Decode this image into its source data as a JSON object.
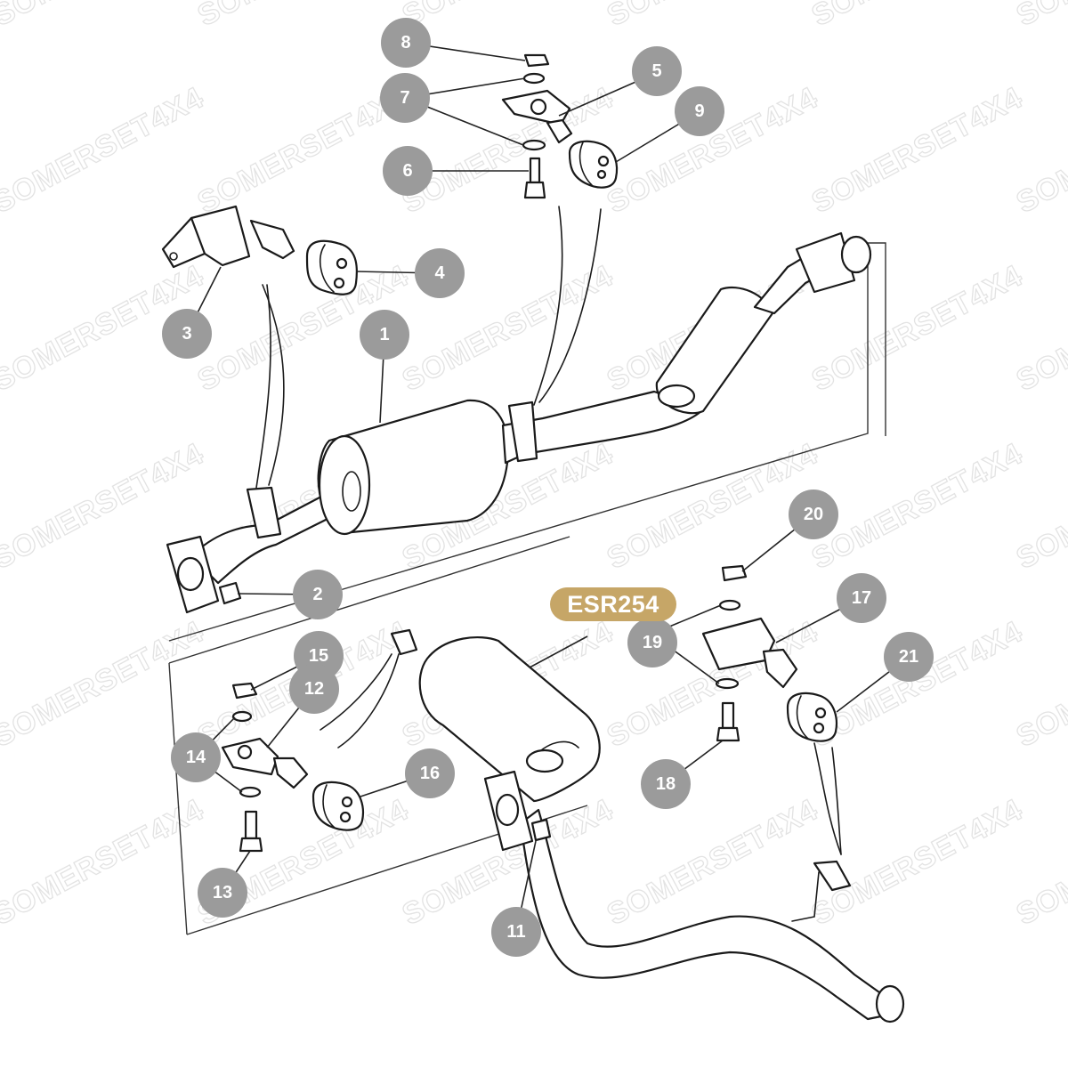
{
  "watermark": "SOMERSET4X4",
  "part_code": "ESR254",
  "callouts": {
    "c1": "1",
    "c2": "2",
    "c3": "3",
    "c4": "4",
    "c5": "5",
    "c6": "6",
    "c7": "7",
    "c8": "8",
    "c9": "9",
    "c11": "11",
    "c12": "12",
    "c13": "13",
    "c14": "14",
    "c15": "15",
    "c16": "16",
    "c17": "17",
    "c18": "18",
    "c19": "19",
    "c20": "20",
    "c21": "21"
  },
  "colors": {
    "callout_fill": "#9b9b9b",
    "badge_fill": "#c6a667",
    "line": "#1a1a1a"
  }
}
